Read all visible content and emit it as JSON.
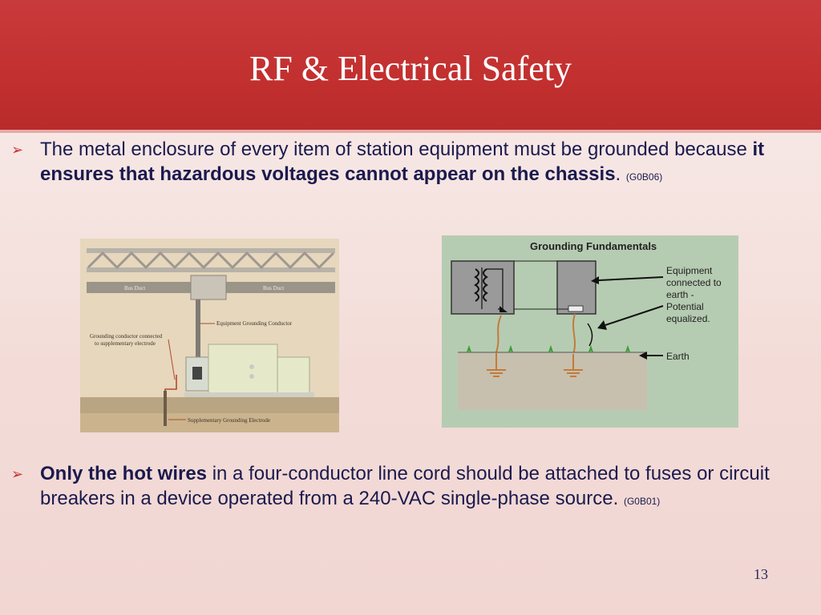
{
  "slide": {
    "title": "RF & Electrical Safety",
    "page_number": "13"
  },
  "bullets": [
    {
      "pre": "The metal enclosure of every item of station equipment must be grounded because ",
      "bold": "it ensures that hazardous voltages cannot appear on the chassis",
      "post": ".",
      "code": "(G0B06)"
    },
    {
      "bold": "Only the hot wires",
      "post": " in a four-conductor line cord should be attached to fuses or circuit breakers in a device operated from a 240-VAC single-phase source.",
      "code": "(G0B01)"
    }
  ],
  "figure_left": {
    "labels": {
      "bus_duct_left": "Bus Duct",
      "bus_duct_right": "Bus Duct",
      "equipment_grounding_conductor": "Equipment Grounding Conductor",
      "grounding_conductor_line1": "Grounding conductor connected",
      "grounding_conductor_line2": "to supplementary electrode",
      "supplementary_electrode": "Supplementary Grounding Electrode"
    }
  },
  "figure_right": {
    "title": "Grounding Fundamentals",
    "labels": {
      "equipment_line1": "Equipment",
      "equipment_line2": "connected to",
      "equipment_line3": "earth -",
      "equipment_line4": "Potential",
      "equipment_line5": "equalized.",
      "earth": "Earth"
    }
  },
  "colors": {
    "header_red": "#c2302f",
    "bullet_red": "#c63232",
    "text_navy": "#1b1a4f"
  },
  "icons": {
    "bullet": "arrowhead-bullet-icon"
  }
}
